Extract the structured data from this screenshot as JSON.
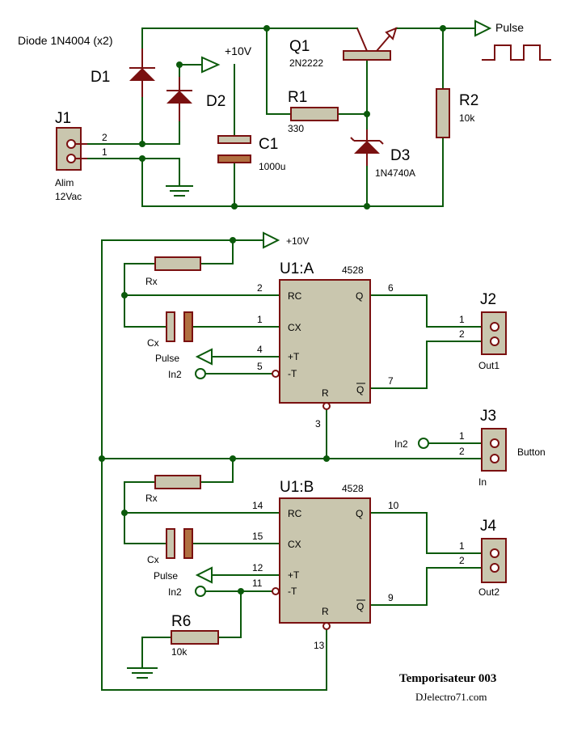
{
  "power_supply": {
    "diode_note": "Diode 1N4004 (x2)",
    "d1": "D1",
    "d2": "D2",
    "vplus": "+10V",
    "q1": "Q1",
    "q1_part": "2N2222",
    "r1": "R1",
    "r1_val": "330",
    "c1": "C1",
    "c1_val": "1000u",
    "d3": "D3",
    "d3_part": "1N4740A",
    "r2": "R2",
    "r2_val": "10k",
    "pulse": "Pulse",
    "j1": "J1",
    "j1_pin2": "2",
    "j1_pin1": "1",
    "j1_sub1": "Alim",
    "j1_sub2": "12Vac"
  },
  "stage_a": {
    "vplus": "+10V",
    "chip": "U1:A",
    "part": "4528",
    "rx": "Rx",
    "cx": "Cx",
    "pin_rc": "RC",
    "pin_cx": "CX",
    "pin_tp": "+T",
    "pin_tm": "-T",
    "pin_q": "Q",
    "pin_qbar": "Q",
    "pin_r": "R",
    "n2": "2",
    "n1": "1",
    "n4": "4",
    "n5": "5",
    "n6": "6",
    "n7": "7",
    "n3": "3",
    "pulse": "Pulse",
    "in2": "In2",
    "j2": "J2",
    "j2_p1": "1",
    "j2_p2": "2",
    "j2_sub": "Out1"
  },
  "button": {
    "j3": "J3",
    "in2": "In2",
    "p1": "1",
    "p2": "2",
    "label": "Button",
    "sub": "In"
  },
  "stage_b": {
    "chip": "U1:B",
    "part": "4528",
    "rx": "Rx",
    "cx": "Cx",
    "pin_rc": "RC",
    "pin_cx": "CX",
    "pin_tp": "+T",
    "pin_tm": "-T",
    "pin_q": "Q",
    "pin_qbar": "Q",
    "pin_r": "R",
    "n14": "14",
    "n15": "15",
    "n12": "12",
    "n11": "11",
    "n10": "10",
    "n9": "9",
    "n13": "13",
    "pulse": "Pulse",
    "in2": "In2",
    "r6": "R6",
    "r6_val": "10k",
    "j4": "J4",
    "j4_p1": "1",
    "j4_p2": "2",
    "j4_sub": "Out2"
  },
  "footer": {
    "title": "Temporisateur 003",
    "site": "DJelectro71.com"
  },
  "colors": {
    "wire": "#0b5a0b",
    "component": "#7a1010",
    "body": "#c9c6ae"
  }
}
